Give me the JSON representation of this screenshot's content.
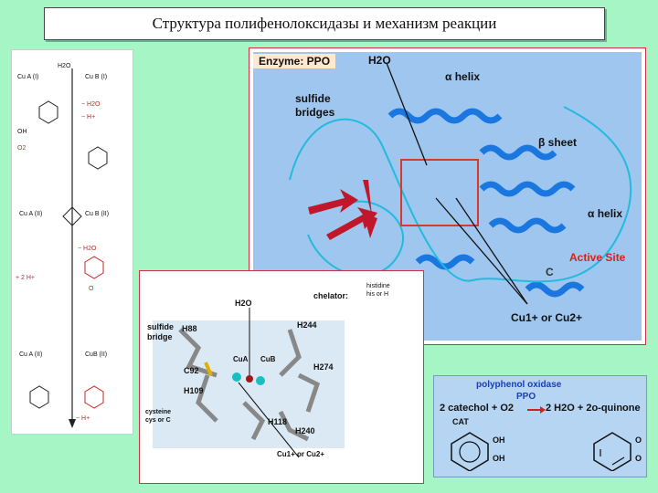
{
  "title": "Структура полифенолоксидазы и механизм реакции",
  "mechanism": {
    "cuA1": "Cu A (I)",
    "cuB1": "Cu B (I)",
    "h2o_top": "H2O",
    "minus_h2o": "− H2O",
    "minus_h": "− H+",
    "oh": "OH",
    "o2": "O2",
    "cuA2": "Cu A (II)",
    "cuB2": "Cu B (II)",
    "minus_h2o_2": "− H2O",
    "plus_2h": "+ 2 H+",
    "o": "O",
    "cuA3": "Cu A (II)",
    "cuB3": "CuB (II)",
    "minus_h_2": "− H+"
  },
  "structure": {
    "enzyme_label": "Enzyme: PPO",
    "h2o": "H2O",
    "alpha_helix_top": "α helix",
    "sulfide_bridges": "sulfide\nbridges",
    "beta_sheet": "β sheet",
    "alpha_helix_right": "α helix",
    "active_site": "Active Site",
    "c_label": "C",
    "cu_label": "Cu1+ or Cu2+"
  },
  "active_site": {
    "h2o": "H2O",
    "chelator": "chelator:",
    "histidine": "histidine\nhis or H",
    "sulfide_bridge": "sulfide\nbridge",
    "h88": "H88",
    "h244": "H244",
    "h274": "H274",
    "c92": "C92",
    "h109": "H109",
    "h118": "H118",
    "h240": "H240",
    "cua": "CuA",
    "cub": "CuB",
    "cysteine": "cysteine\ncys or C",
    "cu_label": "Cu1+ or Cu2+"
  },
  "equation": {
    "enzyme_name": "polyphenol oxidase",
    "ppo": "PPO",
    "reaction_left": "2 catechol + O2",
    "reaction_right": "2 H2O + 2o-quinone",
    "cat": "CAT",
    "oh": "OH",
    "o": "O"
  },
  "colors": {
    "background": "#a6f5c4",
    "protein_blue": "#1a77e0",
    "sheet_red": "#c0182a",
    "accent_red": "#cc2222"
  }
}
